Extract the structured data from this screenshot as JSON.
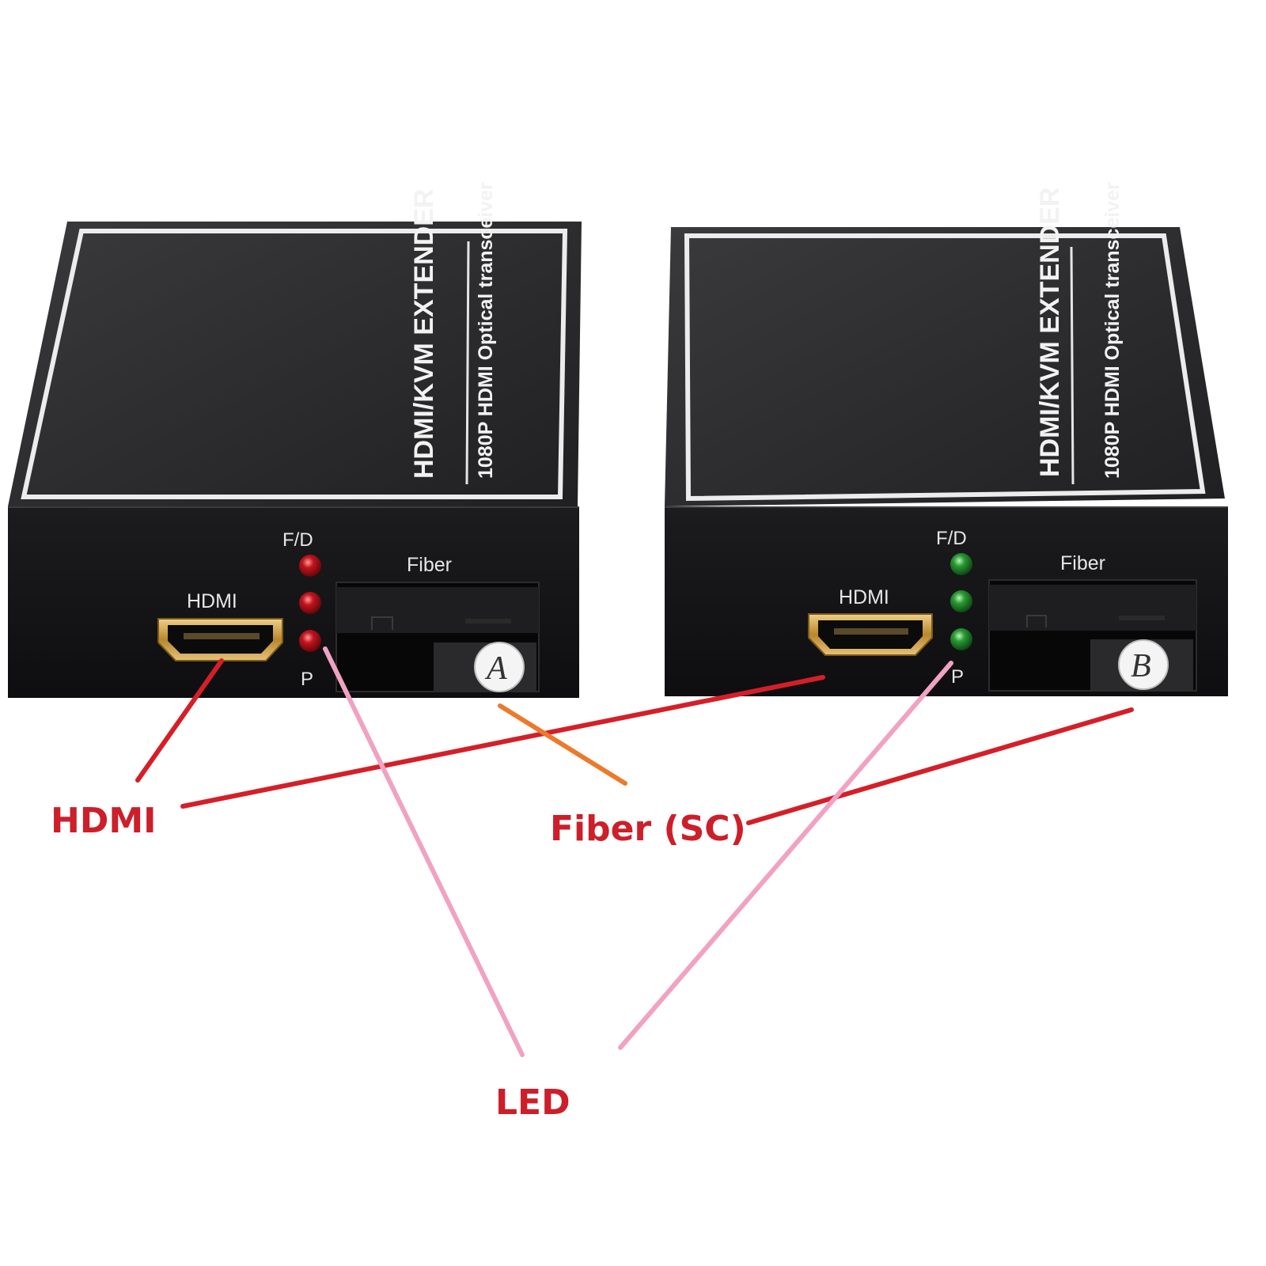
{
  "devices": [
    {
      "id": "A",
      "top_line1": "HDMI/KVM  EXTENDER",
      "top_line2": "1080P HDMI Optical transceiver",
      "hdmi_label": "HDMI",
      "led_top_label": "F/D",
      "led_bottom_label": "P",
      "fiber_label": "Fiber",
      "port_letter": "A",
      "led_color": "#b3121b"
    },
    {
      "id": "B",
      "top_line1": "HDMI/KVM  EXTENDER",
      "top_line2": "1080P HDMI Optical transceiver",
      "hdmi_label": "HDMI",
      "led_top_label": "F/D",
      "led_bottom_label": "P",
      "fiber_label": "Fiber",
      "port_letter": "B",
      "led_color": "#1f8a2c"
    }
  ],
  "callouts": {
    "hdmi": "HDMI",
    "fiber": "Fiber (SC)",
    "led": "LED"
  },
  "colors": {
    "callout_text": "#cc1f2a",
    "hdmi_line": "#d51f28",
    "fiber_line_a": "#ec7a2c",
    "fiber_line_b": "#d51f28",
    "led_line": "#f1a2c3",
    "device_body": "#1b1b1d",
    "device_top": "#28282a",
    "device_front": "#121214",
    "border": "#e8e8e8",
    "port_gold": "#c49a3a"
  }
}
